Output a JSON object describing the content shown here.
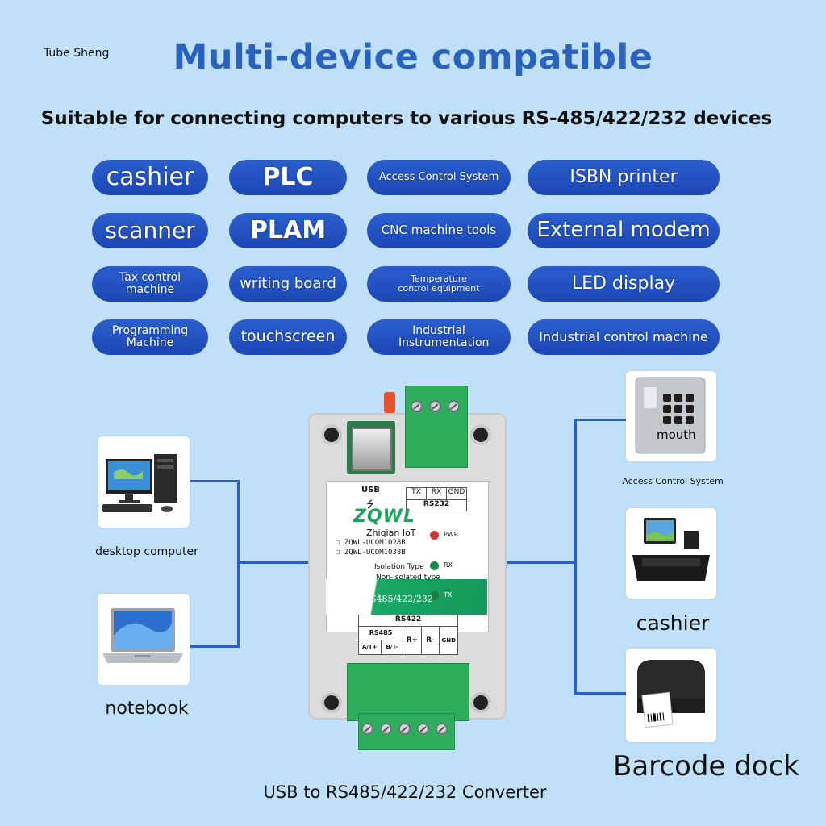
{
  "brand": "Tube Sheng",
  "title": "Multi-device compatible",
  "subtitle": "Suitable for connecting computers to various RS-485/422/232 devices",
  "pills": [
    [
      "cashier",
      "PLC",
      "Access Control System",
      "ISBN printer"
    ],
    [
      "scanner",
      "PLAM",
      "CNC machine tools",
      "External modem"
    ],
    [
      "Tax control machine",
      "writing board",
      "Temperature control equipment",
      "LED display"
    ],
    [
      "Programming Machine",
      "touchscreen",
      "Industrial Instrumentation",
      "Industrial control machine"
    ]
  ],
  "left_devices": {
    "desktop": "desktop computer",
    "notebook": "notebook"
  },
  "right_devices": {
    "keypad_overlay": "mouth",
    "access": "Access Control System",
    "cashier": "cashier",
    "barcode": "Barcode dock"
  },
  "converter": {
    "usb": "USB",
    "rs232_pins": [
      "TX",
      "RX",
      "GND"
    ],
    "rs232": "RS232",
    "logo": "ZQWL",
    "company": "Zhiqian IoT",
    "models": [
      "ZQWL-UCOM1028B",
      "ZQWL-UCOM1038B"
    ],
    "iso1": "Isolation Type",
    "iso2": "Non-Isolated type",
    "leds": [
      "PWR",
      "RX",
      "TX"
    ],
    "band": "USB⟷RS485/422/232",
    "rs422": "RS422",
    "rs485": "RS485",
    "pins": [
      "A/T+",
      "B/T-",
      "R+",
      "R-",
      "GND"
    ]
  },
  "product_caption": "USB to RS485/422/232 Converter",
  "colors": {
    "pill": "#1f4db8",
    "title": "#2a62c0",
    "line": "#2a60c0",
    "bg": "#bfe0f8"
  }
}
